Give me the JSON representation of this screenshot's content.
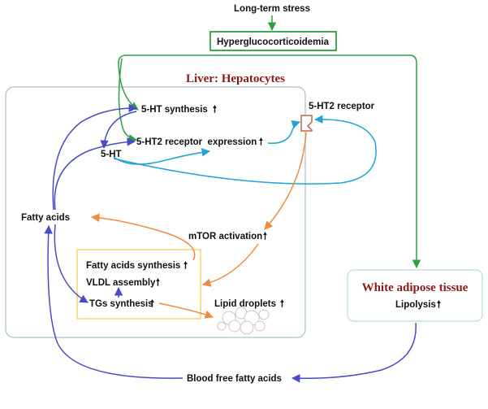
{
  "colors": {
    "green": "#2ea043",
    "blue_purple": "#4a4ac8",
    "cyan": "#1fa3d9",
    "orange": "#f08a3c",
    "box_border": "#a9bfcf",
    "yellow_box": "#f2c94c",
    "title": "#8b1a1a"
  },
  "top": {
    "stress": "Long-term stress",
    "hyper": "Hyperglucocorticoidemia"
  },
  "liver": {
    "title": "Liver: Hepatocytes",
    "receptor_label": "5-HT2 receptor",
    "ht_synthesis": "5-HT synthesis",
    "receptor_expression": "5-HT2 receptor  expression",
    "ht": "5-HT",
    "fatty_acids": "Fatty acids",
    "mtor": "mTOR activation",
    "fa_synthesis": "Fatty acids synthesis",
    "vldl": "VLDL assembly",
    "tgs": "TGs synthesis",
    "lipid_droplets": "Lipid droplets"
  },
  "wat": {
    "title": "White adipose tissue",
    "lipolysis": "Lipolysis"
  },
  "blood": {
    "label": "Blood free fatty acids"
  },
  "up_arrow_icon": "up-arrow-icon"
}
